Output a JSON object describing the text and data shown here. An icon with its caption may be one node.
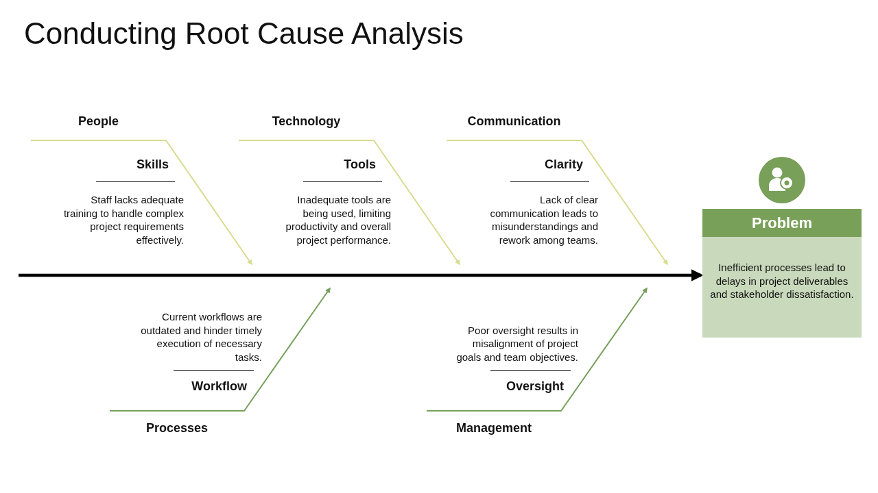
{
  "diagram": {
    "title": "Conducting Root Cause Analysis",
    "nodes": [
      {
        "text": [
          "People"
        ]
      },
      {
        "text": [
          "Skills",
          "Staff lacks adequate training to handle complex project requirements effectively."
        ]
      },
      {
        "text": [
          "Technology"
        ]
      },
      {
        "text": [
          "Tools",
          "Inadequate tools are being used, limiting productivity and overall project performance."
        ]
      },
      {
        "text": [
          "Communication"
        ]
      },
      {
        "text": [
          "Clarity",
          "Lack of clear communication leads to misunderstandings and rework among teams."
        ]
      },
      {
        "text": [
          "Problem",
          "Inefficient processes lead to delays in project deliverables and stakeholder dissatisfaction."
        ]
      },
      {
        "text": [
          "Current workflows are outdated and hinder timely execution of necessary tasks.",
          "Workflow"
        ]
      },
      {
        "text": [
          "Processes"
        ]
      },
      {
        "text": [
          "Poor oversight results in misalignment of project goals and team objectives.",
          "Oversight"
        ]
      },
      {
        "text": [
          "Management"
        ]
      }
    ],
    "edges": [
      {
        "from": 0,
        "to": null,
        "arrow": "to",
        "color": "#d9dc8f"
      },
      {
        "from": 2,
        "to": null,
        "arrow": "to",
        "color": "#d9dc8f"
      },
      {
        "from": 4,
        "to": null,
        "arrow": "to",
        "color": "#d9dc8f"
      },
      {
        "from": null,
        "to": 6,
        "arrow": "to",
        "style": "thick",
        "color": "#000000"
      },
      {
        "from": 8,
        "to": null,
        "arrow": "to",
        "color": "#76a05a"
      },
      {
        "from": 10,
        "to": null,
        "arrow": "to",
        "color": "#76a05a"
      }
    ]
  }
}
